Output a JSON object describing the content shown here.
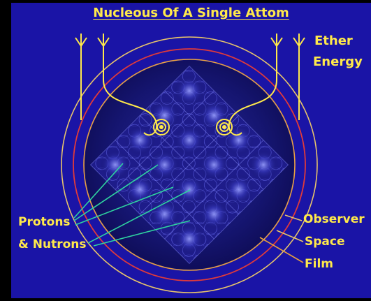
{
  "diagram": {
    "title": "Nucleous Of A Single Attom",
    "ether_label_line1": "Ether",
    "ether_label_line2": "Energy",
    "protons_label_line1": "Protons",
    "protons_label_line2": "& Nutrons",
    "observer_label": "Observer",
    "space_label": "Space",
    "film_label": "Film"
  },
  "colors": {
    "background": "#1a14a6",
    "text": "#ffe94a",
    "outer_ring": "#e8c46a",
    "middle_ring": "#e03a3a",
    "inner_ring": "#e8a040",
    "pointer_lines": "#2fd4a0",
    "spiral": "#ffe94a"
  }
}
